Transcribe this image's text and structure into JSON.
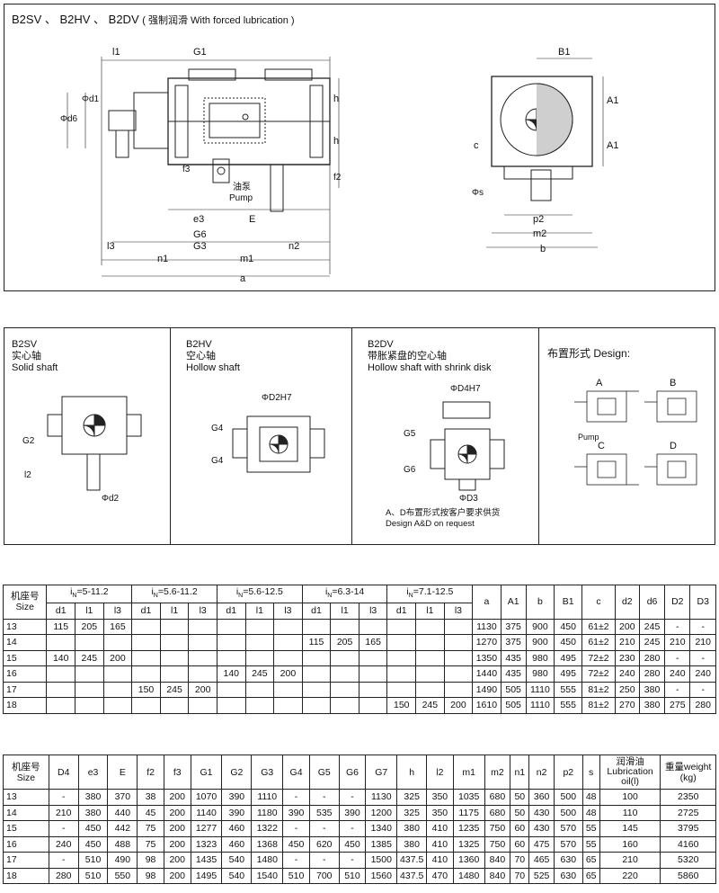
{
  "panel1": {
    "title": "B2SV 、 B2HV 、 B2DV",
    "subtitle": "( 强制润滑 With forced lubrication )",
    "pump_cn": "油泵",
    "pump_en": "Pump",
    "dims_front": [
      "l1",
      "G1",
      "Φd1",
      "Φd6",
      "h",
      "h",
      "f3",
      "f2",
      "e3",
      "E",
      "G6",
      "l3",
      "G3",
      "n2",
      "n1",
      "m1",
      "a"
    ],
    "dims_side": [
      "B1",
      "A1",
      "A1",
      "c",
      "Φs",
      "p2",
      "m2",
      "b"
    ]
  },
  "panel2": {
    "solid": {
      "code": "B2SV",
      "cn": "实心轴",
      "en": "Solid shaft",
      "dims": [
        "G2",
        "l2",
        "Φd2"
      ]
    },
    "hollow": {
      "code": "B2HV",
      "cn": "空心轴",
      "en": "Hollow shaft",
      "dims": [
        "ΦD2H7",
        "G4",
        "G4"
      ]
    },
    "shrink": {
      "code": "B2DV",
      "cn": "带胀紧盘的空心轴",
      "en": "Hollow shaft with shrink disk",
      "dims": [
        "ΦD4H7",
        "G5",
        "G6",
        "ΦD3"
      ],
      "note_cn": "A、D布置形式按客户要求供货",
      "note_en": "Design A&D on request"
    },
    "design": {
      "title": "布置形式 Design:",
      "labels": [
        "A",
        "B",
        "C",
        "D"
      ],
      "pump": "Pump"
    }
  },
  "table1": {
    "h_size_cn": "机座号",
    "h_size_en": "Size",
    "groups": [
      "5-11.2",
      "5.6-11.2",
      "5.6-12.5",
      "6.3-14",
      "7.1-12.5"
    ],
    "sub": [
      "d1",
      "l1",
      "l3"
    ],
    "cols": [
      "a",
      "A1",
      "b",
      "B1",
      "c",
      "d2",
      "d6",
      "D2",
      "D3"
    ],
    "rows": [
      [
        "13",
        "115",
        "205",
        "165",
        "",
        "",
        "",
        "",
        "",
        "",
        "",
        "",
        "",
        "",
        "",
        "",
        "1130",
        "375",
        "900",
        "450",
        "61±2",
        "200",
        "245",
        "-",
        "-"
      ],
      [
        "14",
        "",
        "",
        "",
        "",
        "",
        "",
        "",
        "",
        "",
        "115",
        "205",
        "165",
        "",
        "",
        "",
        "1270",
        "375",
        "900",
        "450",
        "61±2",
        "210",
        "245",
        "210",
        "210"
      ],
      [
        "15",
        "140",
        "245",
        "200",
        "",
        "",
        "",
        "",
        "",
        "",
        "",
        "",
        "",
        "",
        "",
        "",
        "1350",
        "435",
        "980",
        "495",
        "72±2",
        "230",
        "280",
        "-",
        "-"
      ],
      [
        "16",
        "",
        "",
        "",
        "",
        "",
        "",
        "140",
        "245",
        "200",
        "",
        "",
        "",
        "",
        "",
        "",
        "1440",
        "435",
        "980",
        "495",
        "72±2",
        "240",
        "280",
        "240",
        "240"
      ],
      [
        "17",
        "",
        "",
        "",
        "150",
        "245",
        "200",
        "",
        "",
        "",
        "",
        "",
        "",
        "",
        "",
        "",
        "1490",
        "505",
        "1110",
        "555",
        "81±2",
        "250",
        "380",
        "-",
        "-"
      ],
      [
        "18",
        "",
        "",
        "",
        "",
        "",
        "",
        "",
        "",
        "",
        "",
        "",
        "",
        "150",
        "245",
        "200",
        "1610",
        "505",
        "1110",
        "555",
        "81±2",
        "270",
        "380",
        "275",
        "280"
      ]
    ]
  },
  "table2": {
    "h_size_cn": "机座号",
    "h_size_en": "Size",
    "cols": [
      "D4",
      "e3",
      "E",
      "f2",
      "f3",
      "G1",
      "G2",
      "G3",
      "G4",
      "G5",
      "G6",
      "G7",
      "h",
      "l2",
      "m1",
      "m2",
      "n1",
      "n2",
      "p2",
      "s"
    ],
    "oil_cn": "润滑油",
    "oil_en": "Lubrication",
    "oil_unit": "oil(l)",
    "weight_cn": "重量weight",
    "weight_unit": "(kg)",
    "rows": [
      [
        "13",
        "-",
        "380",
        "370",
        "38",
        "200",
        "1070",
        "390",
        "1110",
        "-",
        "-",
        "-",
        "1130",
        "325",
        "350",
        "1035",
        "680",
        "50",
        "360",
        "500",
        "48",
        "100",
        "2350"
      ],
      [
        "14",
        "210",
        "380",
        "440",
        "45",
        "200",
        "1140",
        "390",
        "1180",
        "390",
        "535",
        "390",
        "1200",
        "325",
        "350",
        "1175",
        "680",
        "50",
        "430",
        "500",
        "48",
        "110",
        "2725"
      ],
      [
        "15",
        "-",
        "450",
        "442",
        "75",
        "200",
        "1277",
        "460",
        "1322",
        "-",
        "-",
        "-",
        "1340",
        "380",
        "410",
        "1235",
        "750",
        "60",
        "430",
        "570",
        "55",
        "145",
        "3795"
      ],
      [
        "16",
        "240",
        "450",
        "488",
        "75",
        "200",
        "1323",
        "460",
        "1368",
        "450",
        "620",
        "450",
        "1385",
        "380",
        "410",
        "1325",
        "750",
        "60",
        "475",
        "570",
        "55",
        "160",
        "4160"
      ],
      [
        "17",
        "-",
        "510",
        "490",
        "98",
        "200",
        "1435",
        "540",
        "1480",
        "-",
        "-",
        "-",
        "1500",
        "437.5",
        "410",
        "1360",
        "840",
        "70",
        "465",
        "630",
        "65",
        "210",
        "5320"
      ],
      [
        "18",
        "280",
        "510",
        "550",
        "98",
        "200",
        "1495",
        "540",
        "1540",
        "510",
        "700",
        "510",
        "1560",
        "437.5",
        "470",
        "1480",
        "840",
        "70",
        "525",
        "630",
        "65",
        "220",
        "5860"
      ]
    ]
  }
}
